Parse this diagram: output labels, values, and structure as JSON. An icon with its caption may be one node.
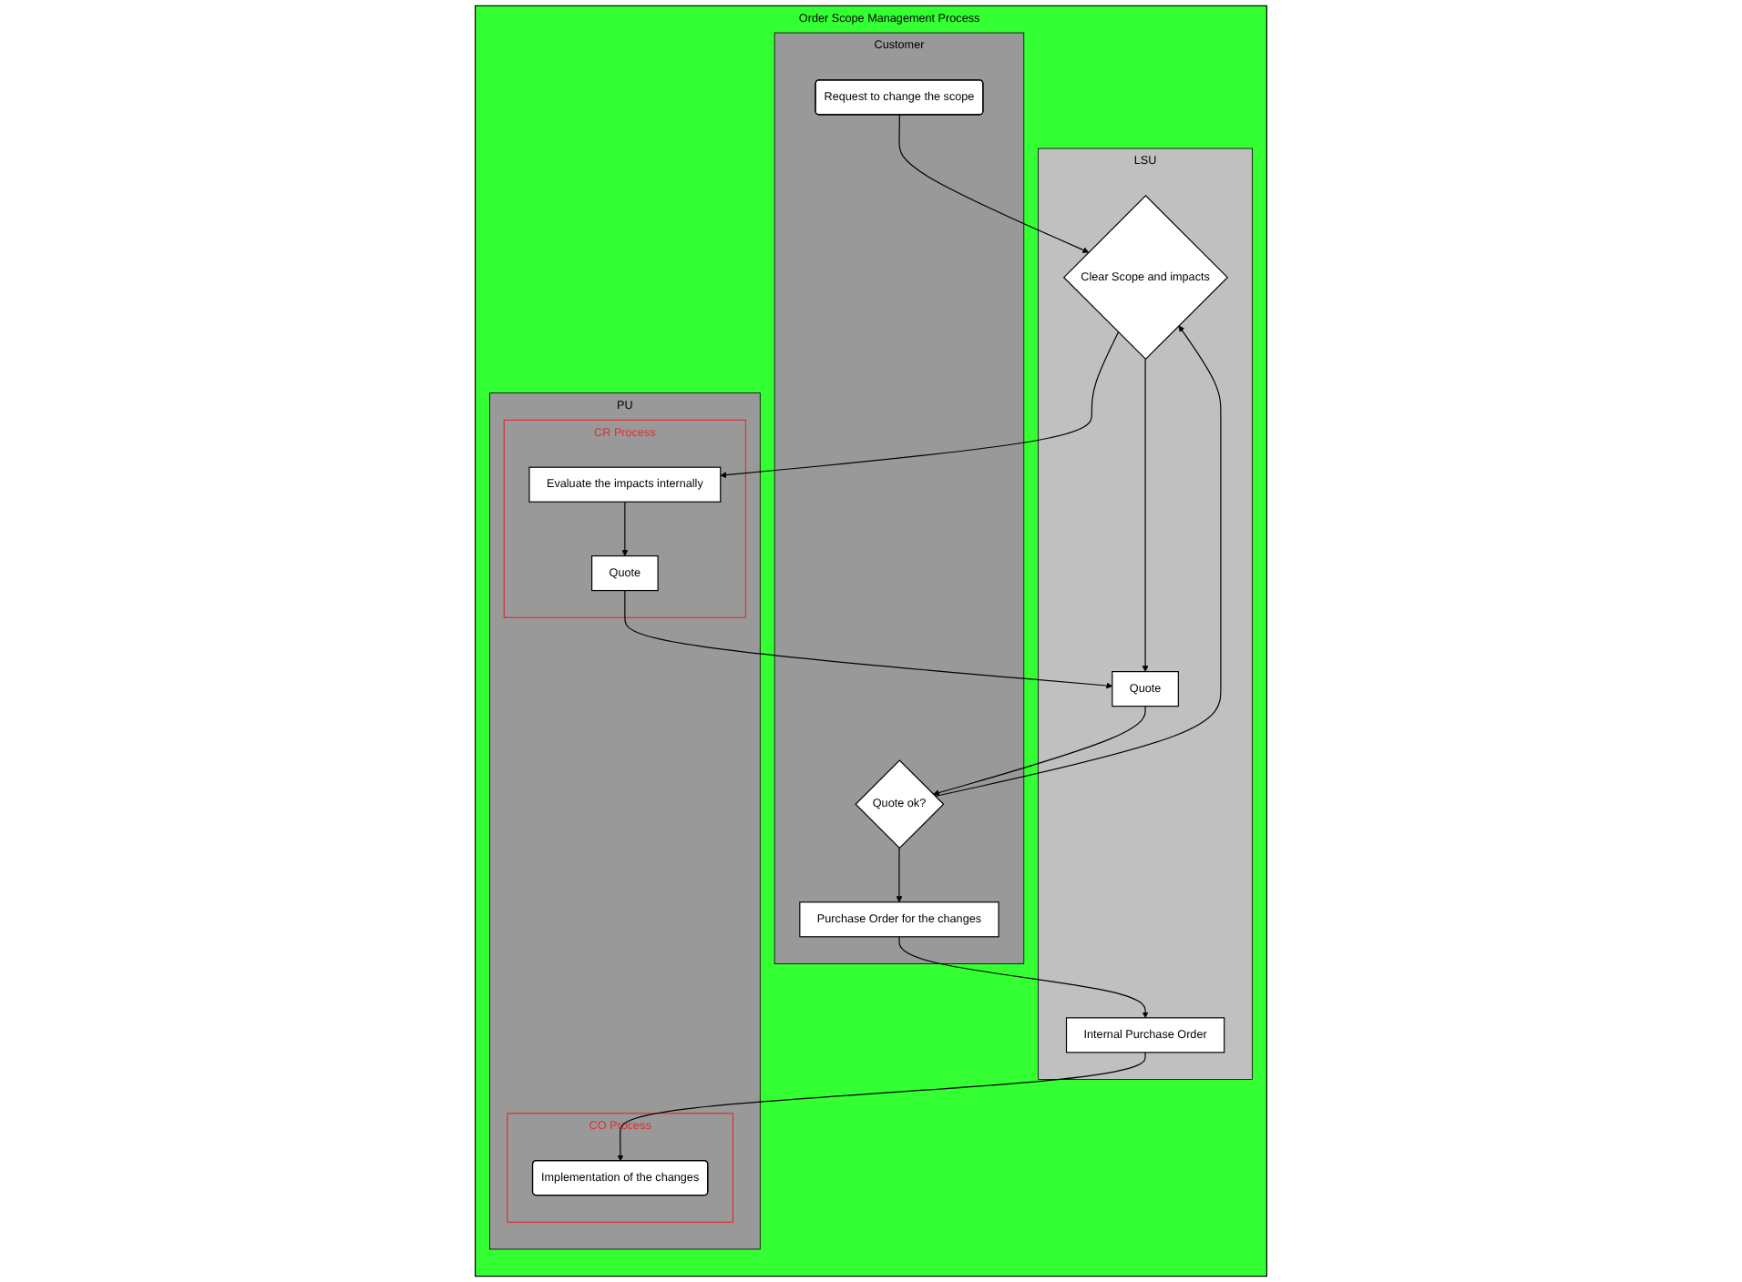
{
  "diagram": {
    "nodes": [
      {
        "text": [
          "Order Scope Management Process"
        ]
      },
      {
        "text": [
          "Customer"
        ],
        "in": 0
      },
      {
        "text": [
          "LSU"
        ],
        "in": 0
      },
      {
        "text": [
          "PU"
        ],
        "in": 0
      },
      {
        "text": [
          "Request to change the scope"
        ],
        "in": 1
      },
      {
        "text": [
          "Quote ok?"
        ],
        "in": 1
      },
      {
        "text": [
          "Purchase Order for the changes"
        ],
        "in": 1
      },
      {
        "text": [
          "Clear Scope and impacts"
        ],
        "in": 2
      },
      {
        "text": [
          "Quote"
        ],
        "in": 2
      },
      {
        "text": [
          "Internal Purchase Order"
        ],
        "in": 2
      },
      {
        "text": [
          "CR Process"
        ],
        "in": 3
      },
      {
        "text": [
          "Evaluate the impacts internally"
        ],
        "in": 10
      },
      {
        "text": [
          "Quote"
        ],
        "in": 10
      },
      {
        "text": [
          "CO Process"
        ],
        "in": 3
      },
      {
        "text": [
          "Implementation of the changes"
        ],
        "in": 13
      }
    ],
    "edges": [
      {
        "from": 4,
        "to": 7,
        "arrow": "to"
      },
      {
        "from": 7,
        "to": 11,
        "arrow": "to"
      },
      {
        "from": 7,
        "to": 8,
        "arrow": "to"
      },
      {
        "from": 11,
        "to": 12,
        "arrow": "to"
      },
      {
        "from": 12,
        "to": 8,
        "arrow": "to"
      },
      {
        "from": 8,
        "to": 5,
        "arrow": "to"
      },
      {
        "from": 5,
        "to": 7,
        "arrow": "to"
      },
      {
        "from": 5,
        "to": 6,
        "arrow": "to"
      },
      {
        "from": 6,
        "to": 9,
        "arrow": "to"
      },
      {
        "from": 9,
        "to": 14,
        "arrow": "to"
      }
    ]
  }
}
